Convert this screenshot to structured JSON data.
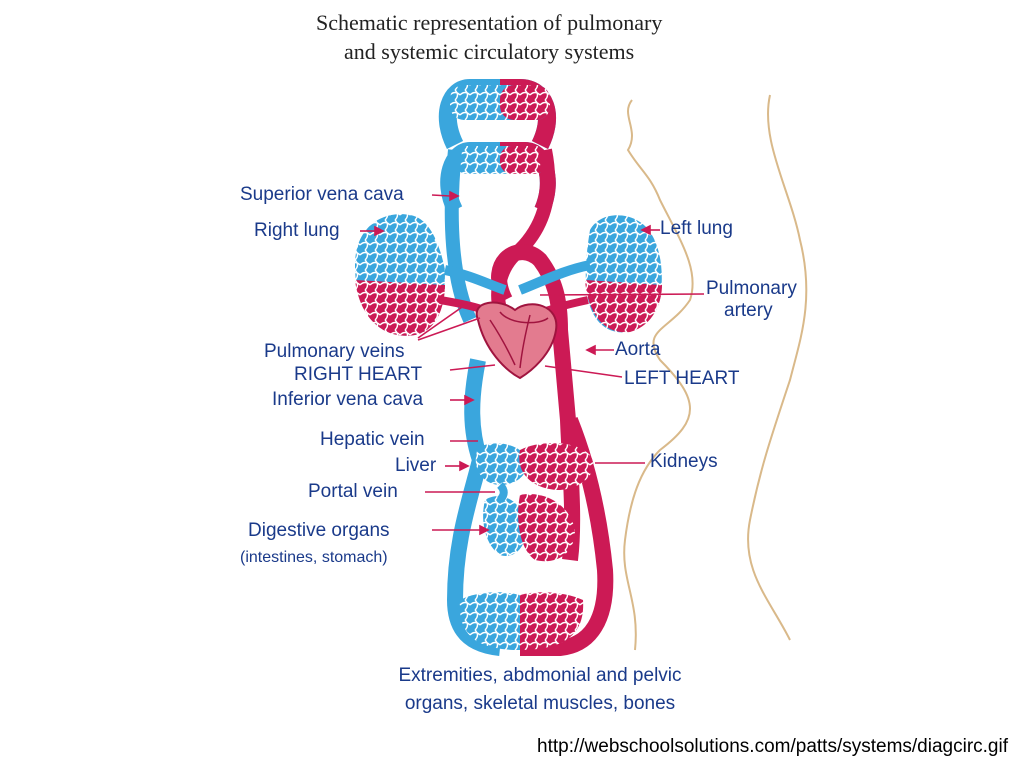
{
  "title": {
    "line1": "Schematic representation of pulmonary",
    "line2": "and systemic circulatory systems"
  },
  "labels": {
    "superior_vena_cava": "Superior vena cava",
    "right_lung": "Right lung",
    "left_lung": "Left lung",
    "pulmonary_artery_1": "Pulmonary",
    "pulmonary_artery_2": "artery",
    "pulmonary_veins": "Pulmonary veins",
    "aorta": "Aorta",
    "right_heart": "RIGHT HEART",
    "left_heart": "LEFT HEART",
    "inferior_vena_cava": "Inferior vena cava",
    "hepatic_vein": "Hepatic vein",
    "liver": "Liver",
    "kidneys": "Kidneys",
    "portal_vein": "Portal vein",
    "digestive_organs": "Digestive organs",
    "digestive_detail": "(intestines, stomach)"
  },
  "caption": {
    "line1": "Extremities, abdmonial and pelvic",
    "line2": "organs, skeletal muscles, bones"
  },
  "source": "http://webschoolsolutions.com/patts/systems/diagcirc.gif",
  "colors": {
    "venous": "#3aa6dd",
    "arterial": "#cc1a55",
    "label_text": "#1a3a8a",
    "pointer": "#cc1a55",
    "body_outline": "#d9b98a"
  }
}
